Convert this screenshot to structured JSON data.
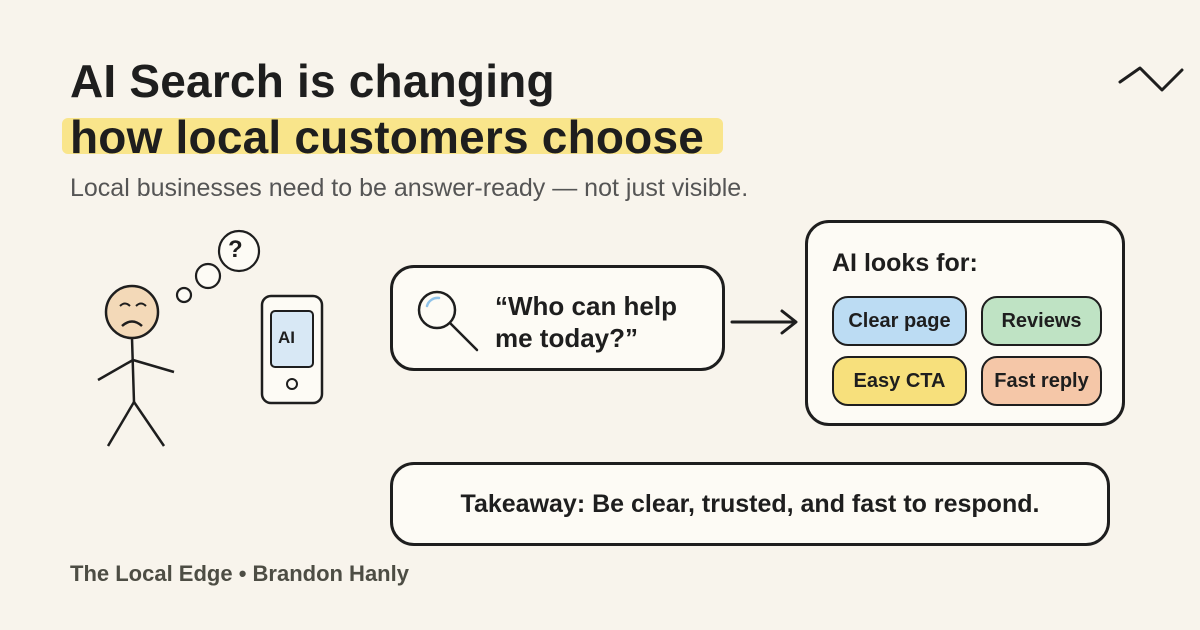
{
  "header": {
    "title_line1": "AI Search is changing",
    "title_line2": "how local customers choose",
    "subtitle": "Local businesses need to be answer-ready — not just visible."
  },
  "illustration": {
    "thought_symbol": "?",
    "phone_label": "AI",
    "icons": [
      "stick-person-icon",
      "thought-bubble-icon",
      "phone-icon",
      "magnifier-icon",
      "arrow-right-icon",
      "zigzag-icon"
    ]
  },
  "query": {
    "text": "“Who can help me today?”"
  },
  "ai_looks_for": {
    "title": "AI looks for:",
    "chips": [
      "Clear page",
      "Reviews",
      "Easy CTA",
      "Fast reply"
    ]
  },
  "takeaway": {
    "text": "Takeaway: Be clear, trusted, and fast to respond."
  },
  "footer": {
    "credit": "The Local Edge • Brandon Hanly"
  },
  "colors": {
    "background": "#f8f4ec",
    "highlight": "#f9e27a",
    "chip_blue": "#bcdcf3",
    "chip_green": "#bfe3c4",
    "chip_yellow": "#f7e07c",
    "chip_orange": "#f5c7a8",
    "ink": "#1e1e1e"
  }
}
